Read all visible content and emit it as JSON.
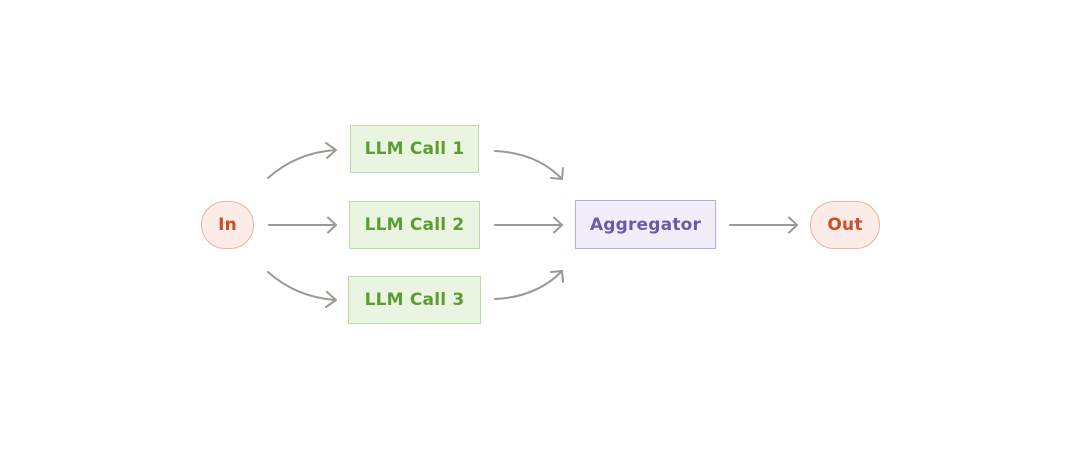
{
  "diagram": {
    "nodes": {
      "input": {
        "label": "In"
      },
      "call_1": {
        "label": "LLM Call 1"
      },
      "call_2": {
        "label": "LLM Call 2"
      },
      "call_3": {
        "label": "LLM Call 3"
      },
      "aggregator": {
        "label": "Aggregator"
      },
      "output": {
        "label": "Out"
      }
    },
    "edges": [
      {
        "from": "input",
        "to": "call_1"
      },
      {
        "from": "input",
        "to": "call_2"
      },
      {
        "from": "input",
        "to": "call_3"
      },
      {
        "from": "call_1",
        "to": "aggregator"
      },
      {
        "from": "call_2",
        "to": "aggregator"
      },
      {
        "from": "call_3",
        "to": "aggregator"
      },
      {
        "from": "aggregator",
        "to": "output"
      }
    ],
    "colors": {
      "io_fill": "#fcece7",
      "io_border": "#ecb3a3",
      "io_text": "#c9502b",
      "llm_fill": "#eaf5e1",
      "llm_border": "#b9dda2",
      "llm_text": "#5d9c34",
      "aggregator_fill": "#f1eef9",
      "aggregator_border": "#b8acdf",
      "aggregator_text": "#6a5aa9",
      "arrow": "#9a9a95"
    }
  }
}
